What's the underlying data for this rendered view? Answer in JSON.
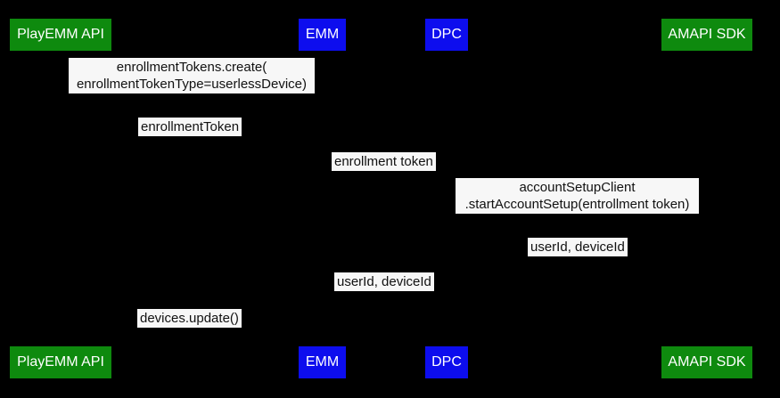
{
  "participants": [
    {
      "label": "PlayEMM API",
      "color": "#0e8a0e"
    },
    {
      "label": "EMM",
      "color": "#0d0dee"
    },
    {
      "label": "DPC",
      "color": "#0d0dee"
    },
    {
      "label": "AMAPI SDK",
      "color": "#0e8a0e"
    }
  ],
  "messages": [
    {
      "lines": [
        "enrollmentTokens.create(",
        "enrollmentTokenType=userlessDevice)"
      ]
    },
    {
      "lines": [
        "enrollmentToken"
      ]
    },
    {
      "lines": [
        "enrollment token"
      ]
    },
    {
      "lines": [
        "accountSetupClient",
        ".startAccountSetup(entrollment token)"
      ]
    },
    {
      "lines": [
        "userId, deviceId"
      ]
    },
    {
      "lines": [
        "userId, deviceId"
      ]
    },
    {
      "lines": [
        "devices.update()"
      ]
    }
  ],
  "colors": {
    "background": "#000000",
    "participant_green": "#0e8a0e",
    "participant_blue": "#0d0dee",
    "participant_text": "#ffffff",
    "label_background": "#f7f7f7",
    "label_text": "#111111"
  }
}
